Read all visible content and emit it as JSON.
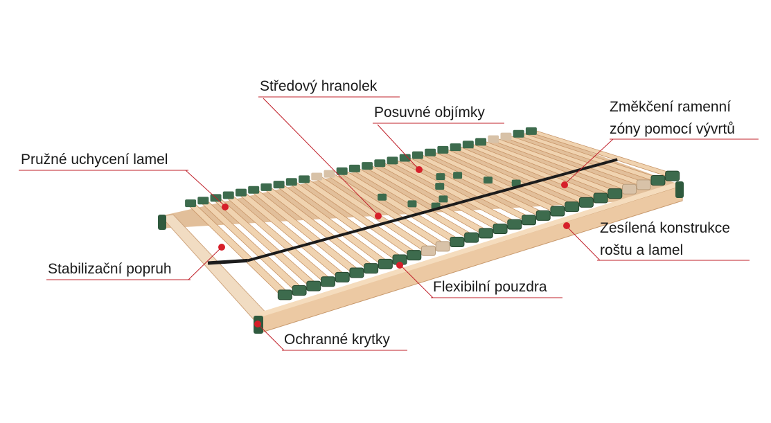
{
  "diagram": {
    "subject": "slatted bed base",
    "colors": {
      "frame_wood": "#e9c9a8",
      "frame_wood_dark": "#d2a57c",
      "slat": "#f0d3b0",
      "slat_edge": "#c79467",
      "cap_green": "#3d6b4d",
      "cap_green_dark": "#26472f",
      "cap_beige": "#d8c2a8",
      "strap": "#1c1c1c",
      "leader_line": "#c0202a",
      "marker_dot": "#d61f2a",
      "text": "#1a1a1a"
    },
    "labels": {
      "stredovy": "Středový hranolek",
      "posuvne": "Posuvné objímky",
      "zmekceni_1": "Změkčení ramenní",
      "zmekceni_2": "zóny pomocí vývrtů",
      "pruzne": "Pružné uchycení lamel",
      "zesilena_1": "Zesílená konstrukce",
      "zesilena_2": "roštu a lamel",
      "stabilizacni": "Stabilizační popruh",
      "flexibilni": "Flexibilní pouzdra",
      "ochranne": "Ochranné krytky"
    }
  }
}
